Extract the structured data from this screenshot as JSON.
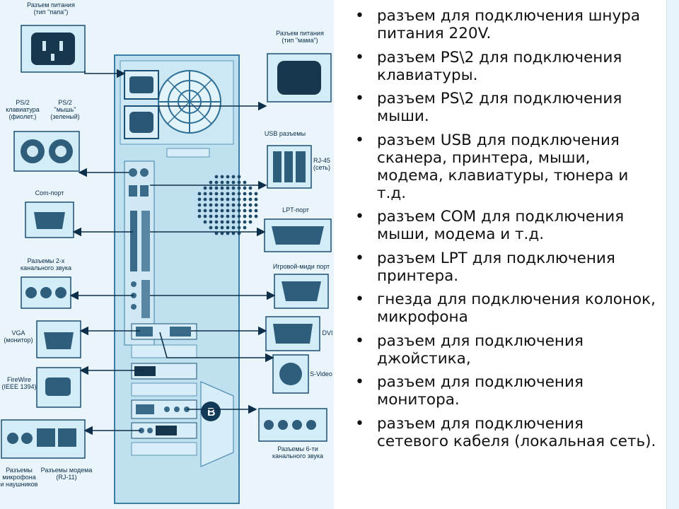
{
  "diagram": {
    "labels": {
      "power_papa": "Разъем питания\n(тип \"папа\")",
      "power_mama": "Разъем питания\n(тип \"мама\")",
      "ps2_keyboard": "PS/2\nклавиатура\n(фиолет.)",
      "ps2_mouse": "PS/2\n\"мышь\"\n(зеленый)",
      "com_port": "Com-порт",
      "usb": "USB разъемы",
      "rj45": "RJ-45\n(сеть)",
      "lpt": "LPT-порт",
      "audio2": "Разъемы 2-х\nканального звука",
      "game_midi": "Игровой-миди порт",
      "vga": "VGA\n(монитор)",
      "dvi": "DVI",
      "firewire": "FireWire\n(IEEE 1394)",
      "svideo": "S-Video",
      "audio6": "Разъемы 6-ти\nканального звука",
      "mic_headphones": "Разъемы\nмикрофона\nи наушников",
      "modem": "Разъемы модема\n(RJ-11)"
    }
  },
  "bullets": [
    "разъем для подключения шнура питания 220V.",
    "разъем PS\\2 для подключения клавиатуры.",
    "разъем PS\\2 для подключения мыши.",
    "разъем USB для подключения сканера, принтера, мыши, модема, клавиатуры, тюнера и т.д.",
    "разъем COM для подключения мыши, модема и т.д.",
    "разъем LPT для подключения принтера.",
    "гнезда для подключения колонок, микрофона",
    "разъем для подключения джойстика,",
    "разъем для подключения монитора.",
    "разъем для подключения сетевого кабеля (локальная сеть)."
  ],
  "colors": {
    "panel": "#e9f5fb",
    "case": "#bfe0ef",
    "box_fill": "#d3edf8",
    "dark": "#123a58",
    "accent": "#1d6f9a"
  }
}
